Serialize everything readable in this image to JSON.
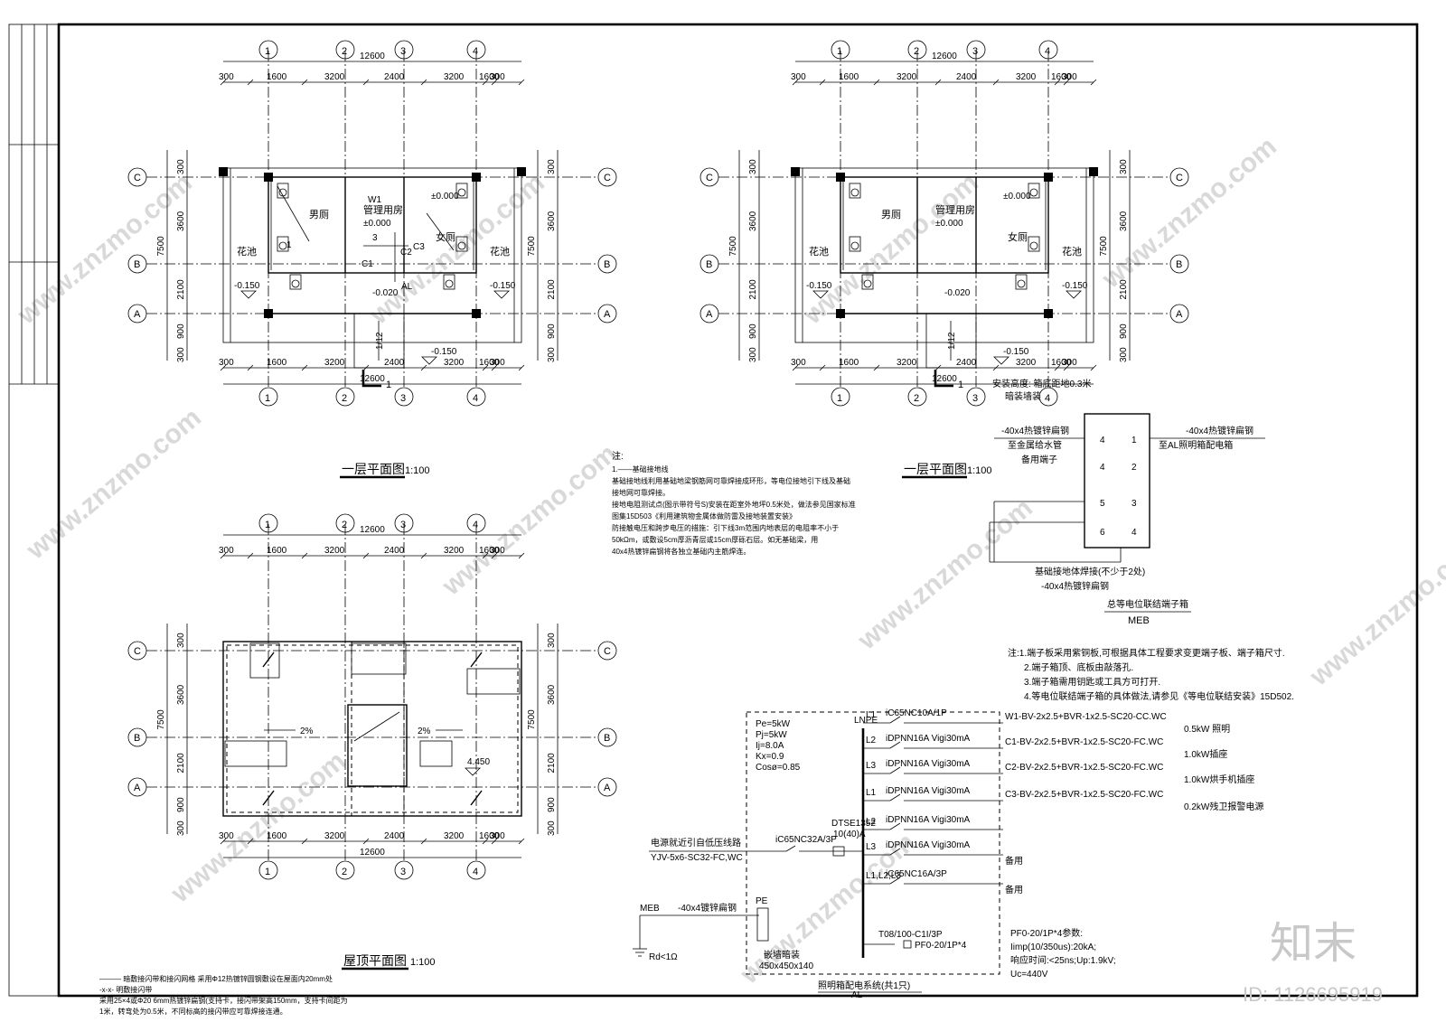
{
  "watermark": {
    "brand": "知末",
    "site": "www.znzmo.com",
    "id_label": "ID: 1126695919"
  },
  "plans": {
    "plan1_title": "一层平面图",
    "plan2_title": "一层平面图",
    "roof_title": "屋顶平面图",
    "scale": "1:100",
    "total_width": "12600",
    "dims_x": [
      "300",
      "1600",
      "3200",
      "2400",
      "3200",
      "1600",
      "300"
    ],
    "dims_y": [
      "300",
      "3600",
      "2100",
      "900",
      "300"
    ],
    "total_depth": "7500",
    "axes_x": [
      "1",
      "2",
      "3",
      "4"
    ],
    "axes_y": [
      "C",
      "B",
      "A"
    ],
    "rooms": {
      "men": "男厕",
      "women": "女厕",
      "mgmt": "管理用房",
      "planter": "花池"
    },
    "levels": {
      "zero": "±0.000",
      "m150": "-0.150",
      "m020": "-0.020",
      "roof": "4.450"
    },
    "ramp": "1/12",
    "slope": "2%",
    "circuit_tags": [
      "W1",
      "C1",
      "C2",
      "C3",
      "AL",
      "1",
      "3"
    ],
    "section_mark": "1"
  },
  "notes_top": {
    "heading": "注:",
    "lines": [
      "1.——基础接地线",
      "基础接地线利用基础地梁钢筋网可靠焊接成环形，等电位接地引下线及基础",
      "接地网可靠焊接。",
      "接地电阻测试点(图示带符号S)安装在距室外地坪0.5米处，做法参见国家标准",
      "图集15D503《利用建筑物金属体做防雷及接地装置安装》",
      "防接触电压和跨步电压的措施：引下线3m范围内地表层的电阻率不小于",
      "50kΩm，或敷设5cm厚沥青层或15cm厚砾石层。如无基础梁，用",
      "40x4热镀锌扁钢将各独立基础内主筋焊连。"
    ]
  },
  "meb": {
    "install_note": "安装高度: 箱底距地0.3米",
    "install_note2": "暗装墙装",
    "left_lines": [
      "-40x4热镀锌扁钢",
      "至金属给水管",
      "备用端子"
    ],
    "right_line": "-40x4热镀锌扁钢",
    "right_to": "至AL照明箱配电箱",
    "terminals_left": [
      "4",
      "4",
      "5",
      "6"
    ],
    "terminals_right": [
      "1",
      "2",
      "3",
      "4"
    ],
    "bottom1": "基础接地体焊接(不少于2处)",
    "bottom2": "-40x4热镀锌扁钢",
    "name": "总等电位联结端子箱",
    "code": "MEB"
  },
  "notes_meb": [
    "注:1.端子板采用紫铜板,可根据具体工程要求变更端子板、端子箱尺寸.",
    "2.端子箱顶、底板由敲落孔.",
    "3.端子箱需用钥匙或工具方可打开.",
    "4.等电位联结端子箱的具体做法,请参见《等电位联结安装》15D502."
  ],
  "panel": {
    "params": [
      "Pe=5kW",
      "Pj=5kW",
      "Ij=8.0A",
      "Kx=0.9",
      "Cosø=0.85"
    ],
    "bus": "LNPE",
    "incoming_title": "电源就近引自低压线路",
    "incoming_cable": "YJV-5x6-SC32-FC,WC",
    "main_breaker": "iC65NC32A/3P",
    "meter": "DTSE1352",
    "meter_rating": "10(40)A",
    "circuits": [
      {
        "phase": "L1",
        "breaker": "iC65NC10A/1P",
        "cable": "W1-BV-2x2.5+BVR-1x2.5-SC20-CC.WC",
        "load": "0.5kW 照明"
      },
      {
        "phase": "L2",
        "breaker": "iDPNN16A Vigi30mA",
        "cable": "C1-BV-2x2.5+BVR-1x2.5-SC20-FC.WC",
        "load": "1.0kW插座"
      },
      {
        "phase": "L3",
        "breaker": "iDPNN16A Vigi30mA",
        "cable": "C2-BV-2x2.5+BVR-1x2.5-SC20-FC.WC",
        "load": "1.0kW烘手机插座"
      },
      {
        "phase": "L1",
        "breaker": "iDPNN16A Vigi30mA",
        "cable": "C3-BV-2x2.5+BVR-1x2.5-SC20-FC.WC",
        "load": "0.2kW残卫报警电源"
      },
      {
        "phase": "L2",
        "breaker": "iDPNN16A Vigi30mA",
        "cable": "",
        "load": ""
      },
      {
        "phase": "L3",
        "breaker": "iDPNN16A Vigi30mA",
        "cable": "",
        "load": "备用"
      },
      {
        "phase": "L1,L2,L3",
        "breaker": "iC65NC16A/3P",
        "cable": "",
        "load": "备用"
      }
    ],
    "spd_breaker": "T08/100-C1I/3P",
    "spd": "PF0-20/1P*4",
    "spd_params": [
      "PF0-20/1P*4参数:",
      "Iimp(10/350us):20kA;",
      "响应时间:<25ns;Up:1.9kV;",
      "Uc=440V"
    ],
    "meb_label": "MEB",
    "meb_conductor": "-40x4镀锌扁钢",
    "earth": "Rd<1Ω",
    "pe": "PE",
    "box_note": "嵌墙暗装",
    "box_size": "450x450x140",
    "title": "照明箱配电系统(共1只)",
    "code": "AL",
    "spare": "备用"
  },
  "roof_notes": [
    "——— 暗敷接闪带和接闪网格 采用Φ12热镀锌圆钢敷设在屋面内20mm处",
    "-x-x- 明敷接闪带",
    "采用25×4或Φ20 6mm热镀锌扁钢(支持卡，接闪带架高150mm，支持卡间距为",
    "1米，转弯处为0.5米，不同标高的接闪带应可靠焊接连通。"
  ]
}
